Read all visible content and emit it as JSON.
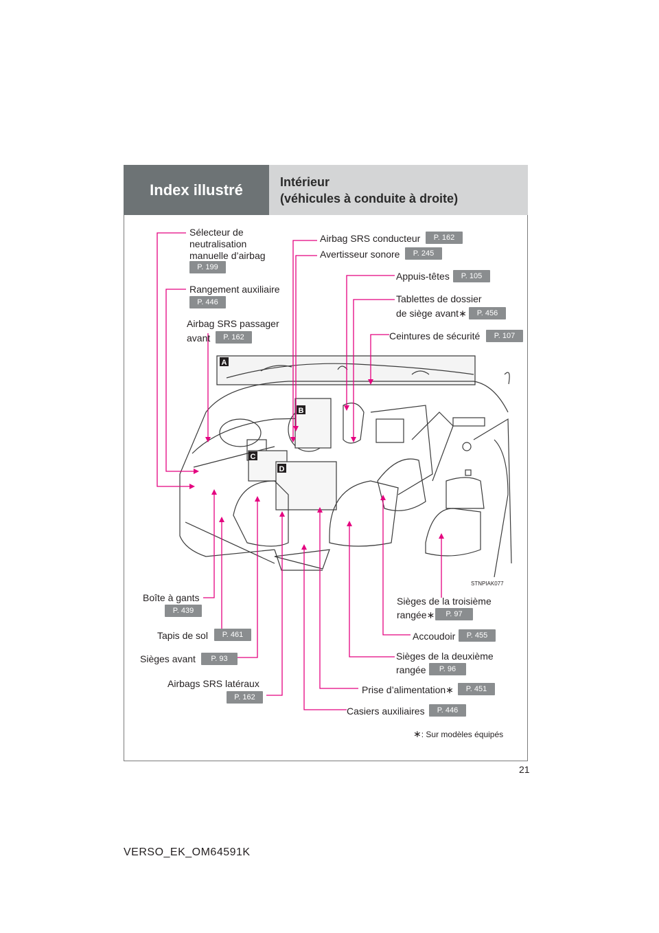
{
  "header": {
    "section": "Index illustré",
    "title_line1": "Intérieur",
    "title_line2": "(véhicules à conduite à droite)"
  },
  "labels": {
    "selecteur_l1": "Sélecteur de",
    "selecteur_l2": "neutralisation",
    "selecteur_l3": "manuelle d’airbag",
    "selecteur_page": "P. 199",
    "rangement": "Rangement auxiliaire",
    "rangement_page": "P. 446",
    "airbag_pass_l1": "Airbag SRS passager",
    "airbag_pass_l2": "avant",
    "airbag_pass_page": "P. 162",
    "airbag_cond": "Airbag SRS conducteur",
    "airbag_cond_page": "P. 162",
    "avertisseur": "Avertisseur sonore",
    "avertisseur_page": "P. 245",
    "appuis": "Appuis-têtes",
    "appuis_page": "P. 105",
    "tablettes_l1": "Tablettes de dossier",
    "tablettes_l2": "de siège avant",
    "tablettes_page": "P. 456",
    "ceintures": "Ceintures de sécurité",
    "ceintures_page": "P. 107",
    "boite": "Boîte à gants",
    "boite_page": "P. 439",
    "tapis": "Tapis de sol",
    "tapis_page": "P. 461",
    "sieges_avant": "Sièges avant",
    "sieges_avant_page": "P. 93",
    "airbags_lat": "Airbags SRS latéraux",
    "airbags_lat_page": "P. 162",
    "troisieme_l1": "Sièges de la troisième",
    "troisieme_l2": "rangée",
    "troisieme_page": "P. 97",
    "accoudoir": "Accoudoir",
    "accoudoir_page": "P. 455",
    "deuxieme_l1": "Sièges de la deuxième",
    "deuxieme_l2": "rangée",
    "deuxieme_page": "P. 96",
    "prise": "Prise d’alimentation",
    "prise_page": "P. 451",
    "casiers": "Casiers auxiliaires",
    "casiers_page": "P. 446",
    "footnote": ": Sur modèles équipés",
    "star": "∗"
  },
  "illustration": {
    "code": "STNPIAK077",
    "callouts": [
      "A",
      "B",
      "C",
      "D"
    ]
  },
  "colors": {
    "leader": "#e4007f",
    "header_dark": "#6d7375",
    "header_light": "#d4d5d6",
    "badge": "#8a8d8f"
  },
  "page_number": "21",
  "footer": "VERSO_EK_OM64591K"
}
